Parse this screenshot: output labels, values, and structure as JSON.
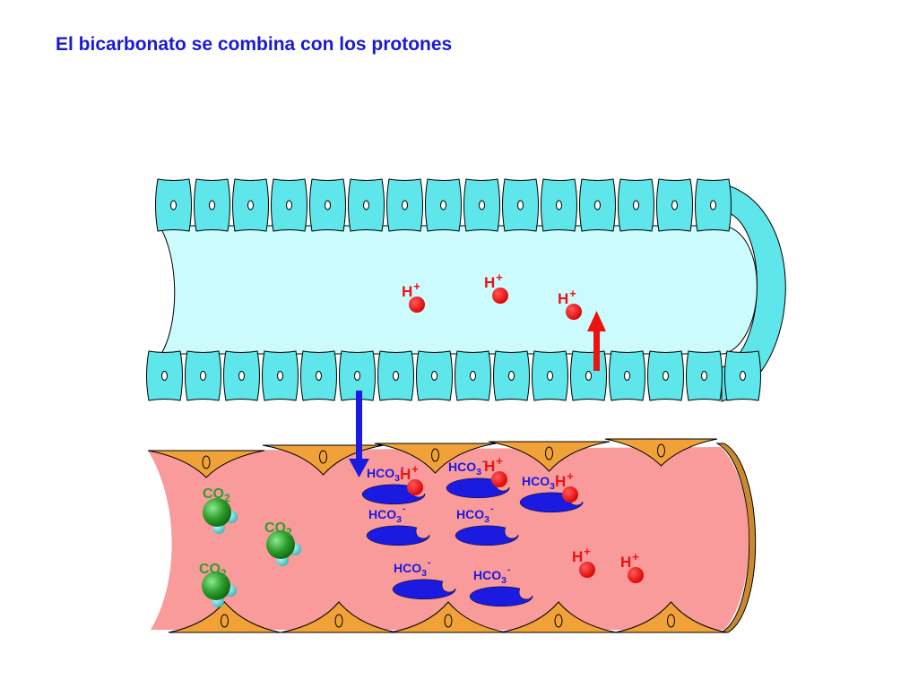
{
  "title": "El bicarbonato se combina con los protones",
  "labels": {
    "proton": "H",
    "proton_charge": "+",
    "bicarbonate": "HCO",
    "bicarbonate_sub": "3",
    "bicarbonate_charge": "-",
    "co2": "CO",
    "co2_sub": "2"
  },
  "colors": {
    "title": "#1a1ad6",
    "tubule_cell": "#5ee6ea",
    "tubule_lumen": "#ccfbfd",
    "blood": "#f89b9a",
    "endothelium": "#f0a238",
    "proton": "#ee1111",
    "bicarbonate": "#1a1ae0",
    "co2_carbon": "#2e9e2e",
    "co2_oxygen": "#5fd6d6",
    "arrow_up": "#ee1111",
    "arrow_down": "#1a1ae0"
  }
}
